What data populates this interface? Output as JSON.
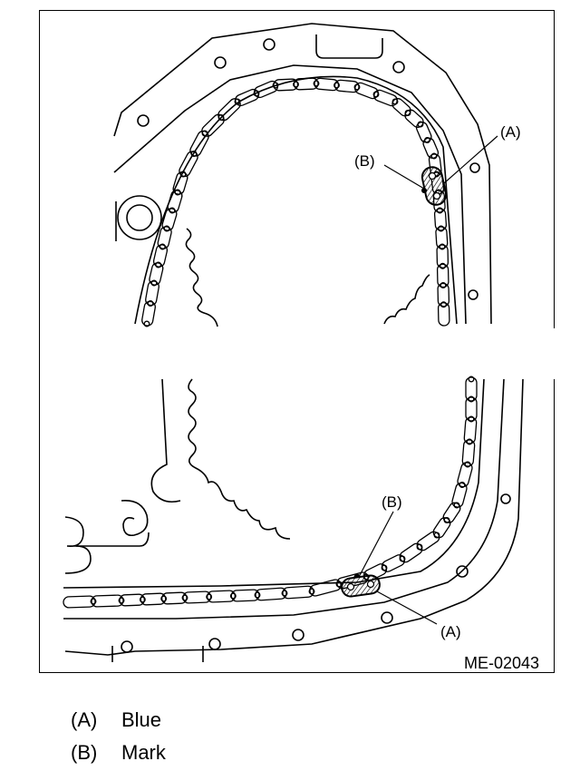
{
  "figure": {
    "code": "ME-02043",
    "callouts": {
      "upper_a": "(A)",
      "upper_b": "(B)",
      "lower_a": "(A)",
      "lower_b": "(B)"
    }
  },
  "legend": [
    {
      "key": "(A)",
      "label": "Blue"
    },
    {
      "key": "(B)",
      "label": "Mark"
    }
  ]
}
